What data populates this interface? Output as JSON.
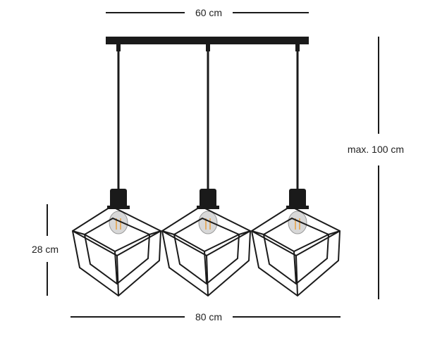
{
  "dimensions": {
    "width_top": "60 cm",
    "height_max": "max. 100 cm",
    "shade_height": "28 cm",
    "width_bottom": "80 cm"
  },
  "colors": {
    "metal": "#1a1a1a",
    "bulb_filament": "#e8a040",
    "bulb_glass": "#d8d8d8"
  },
  "lamp_count": 3
}
